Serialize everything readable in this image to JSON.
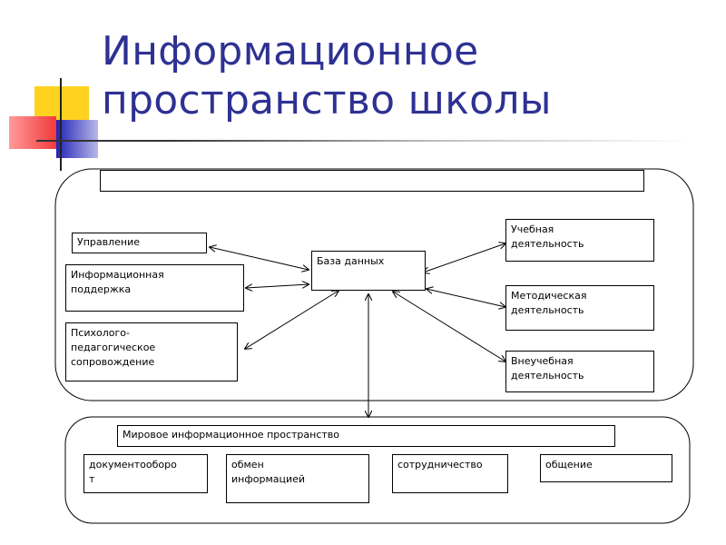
{
  "title": {
    "line1": "Информационное",
    "line2": "пространство школы"
  },
  "top_panel": {
    "header_text": "",
    "left_items": [
      "Управление",
      "Информационная\nподдержка",
      "Психолого-\nпедагогическое\nсопровождение"
    ],
    "center_item": "База данных",
    "right_items": [
      "Учебная\nдеятельность",
      "Методическая\nдеятельность",
      "Внеучебная\nдеятельность"
    ]
  },
  "bottom_panel": {
    "header_text": "Мировое информационное пространство",
    "items": [
      "документооборо\nт",
      "обмен\nинформацией",
      "сотрудничество",
      "общение"
    ]
  },
  "colors": {
    "title": "#2e3192",
    "deco_yellow": "#ffd21f",
    "deco_red": "#f23a3a",
    "deco_blue": "#2323b8"
  }
}
